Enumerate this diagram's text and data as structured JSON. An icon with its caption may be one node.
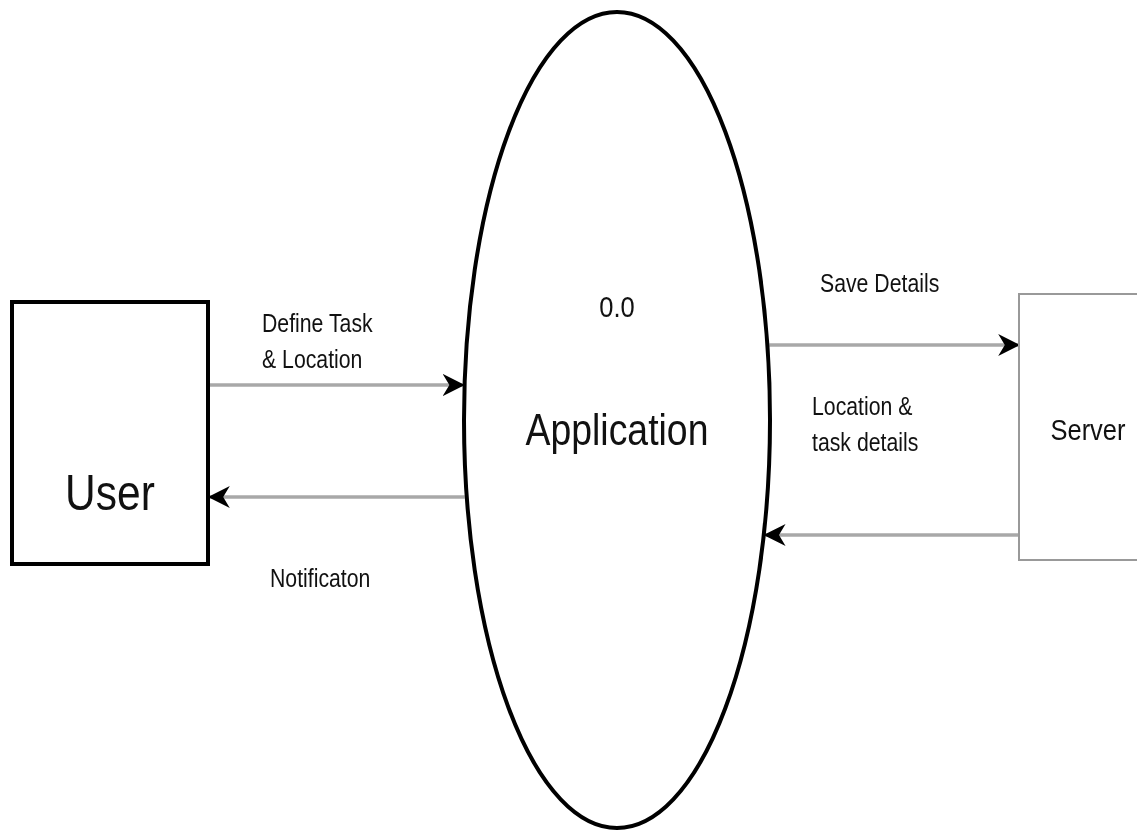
{
  "diagram": {
    "nodes": [
      {
        "text": [
          "User"
        ]
      },
      {
        "text": [
          "0.0",
          "Application"
        ]
      },
      {
        "text": [
          "Server"
        ]
      }
    ],
    "edges": [
      {
        "from": 0,
        "to": 1,
        "arrow": "to",
        "label": "Define Task & Location"
      },
      {
        "from": 1,
        "to": 0,
        "arrow": "to",
        "label": "Notificaton"
      },
      {
        "from": 1,
        "to": 2,
        "arrow": "to",
        "label": "Save Details"
      },
      {
        "from": 2,
        "to": 1,
        "arrow": "to",
        "label": "Location & task details"
      }
    ]
  }
}
